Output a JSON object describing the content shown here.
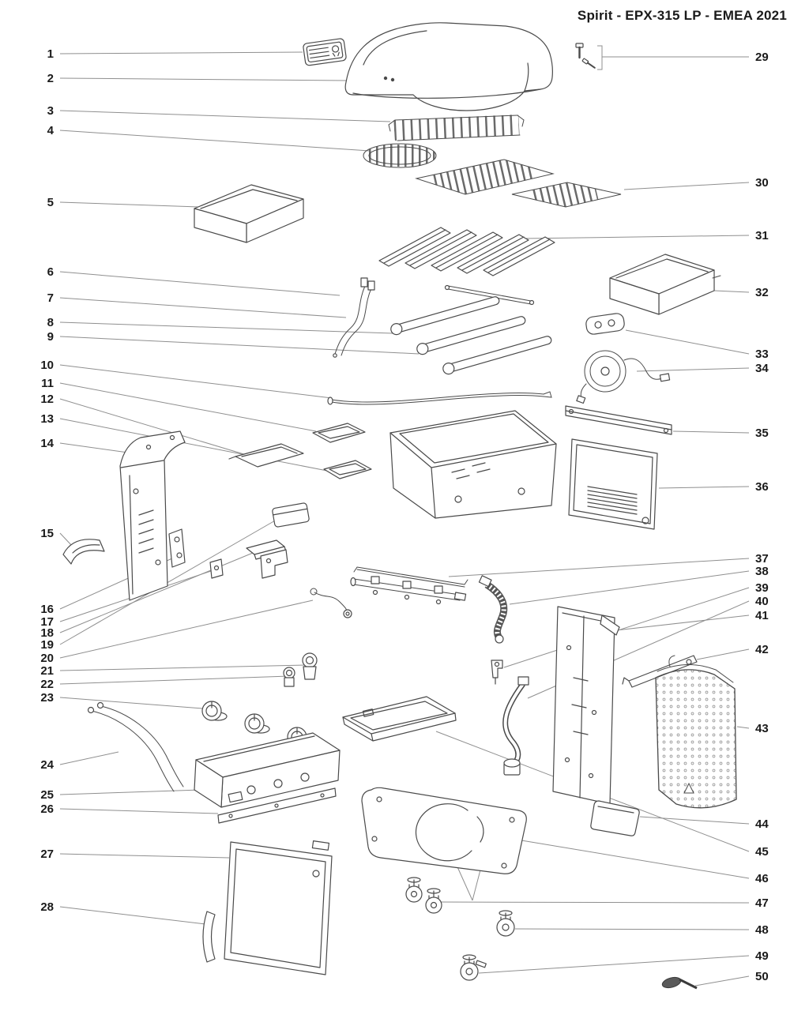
{
  "title": "Spirit - EPX-315 LP - EMEA 2021",
  "parts": [
    {
      "num": "1"
    },
    {
      "num": "2"
    },
    {
      "num": "3"
    },
    {
      "num": "4"
    },
    {
      "num": "5"
    },
    {
      "num": "6"
    },
    {
      "num": "7"
    },
    {
      "num": "8"
    },
    {
      "num": "9"
    },
    {
      "num": "10"
    },
    {
      "num": "11"
    },
    {
      "num": "12"
    },
    {
      "num": "13"
    },
    {
      "num": "14"
    },
    {
      "num": "15"
    },
    {
      "num": "16"
    },
    {
      "num": "17"
    },
    {
      "num": "18"
    },
    {
      "num": "19"
    },
    {
      "num": "20"
    },
    {
      "num": "21"
    },
    {
      "num": "22"
    },
    {
      "num": "23"
    },
    {
      "num": "24"
    },
    {
      "num": "25"
    },
    {
      "num": "26"
    },
    {
      "num": "27"
    },
    {
      "num": "28"
    },
    {
      "num": "29"
    },
    {
      "num": "30"
    },
    {
      "num": "31"
    },
    {
      "num": "32"
    },
    {
      "num": "33"
    },
    {
      "num": "34"
    },
    {
      "num": "35"
    },
    {
      "num": "36"
    },
    {
      "num": "37"
    },
    {
      "num": "38"
    },
    {
      "num": "39"
    },
    {
      "num": "40"
    },
    {
      "num": "41"
    },
    {
      "num": "42"
    },
    {
      "num": "43"
    },
    {
      "num": "44"
    },
    {
      "num": "45"
    },
    {
      "num": "46"
    },
    {
      "num": "47"
    },
    {
      "num": "48"
    },
    {
      "num": "49"
    },
    {
      "num": "50"
    }
  ]
}
